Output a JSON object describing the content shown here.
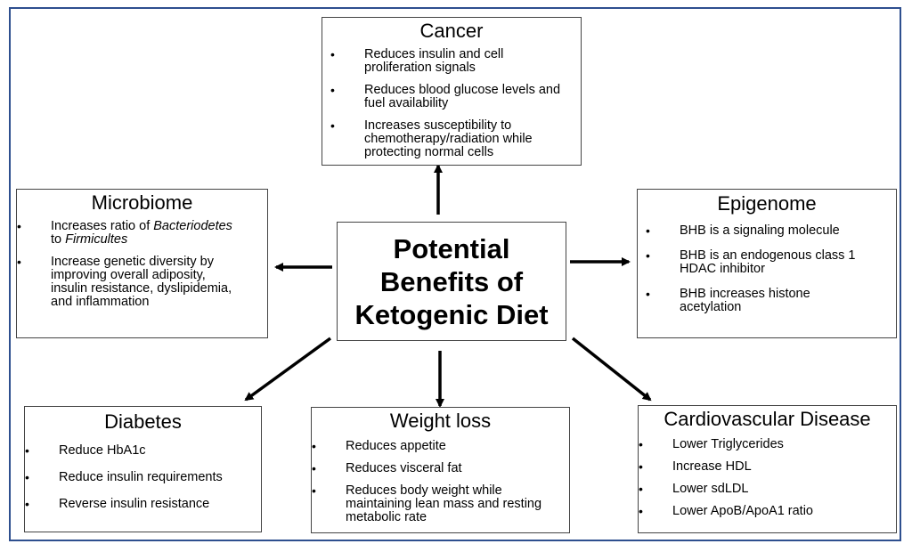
{
  "center": {
    "lines": [
      "Potential",
      "Benefits of",
      "Ketogenic Diet"
    ]
  },
  "cancer": {
    "title": "Cancer",
    "items": [
      [
        "Reduces insulin and cell",
        "proliferation signals"
      ],
      [
        "Reduces blood glucose levels and",
        "fuel availability"
      ],
      [
        "Increases susceptibility to",
        "chemotherapy/radiation while",
        "protecting normal cells"
      ]
    ]
  },
  "microbiome": {
    "title": "Microbiome",
    "item1_prefix": "Increases ratio of ",
    "item1_italic1": "Bacteriodetes",
    "item1_mid": "to ",
    "item1_italic2": "Firmicultes",
    "item2": [
      "Increase genetic diversity by",
      "improving overall adiposity,",
      "insulin resistance, dyslipidemia,",
      "and inflammation"
    ]
  },
  "epigenome": {
    "title": "Epigenome",
    "items": [
      [
        "BHB is a signaling molecule"
      ],
      [
        "BHB is an endogenous class 1",
        "HDAC inhibitor"
      ],
      [
        "BHB increases histone",
        "acetylation"
      ]
    ]
  },
  "diabetes": {
    "title": "Diabetes",
    "items": [
      "Reduce HbA1c",
      "Reduce insulin requirements",
      "Reverse insulin resistance"
    ]
  },
  "weight_loss": {
    "title": "Weight loss",
    "items": [
      [
        "Reduces appetite"
      ],
      [
        "Reduces visceral fat"
      ],
      [
        "Reduces body weight while",
        "maintaining lean mass and resting",
        "metabolic rate"
      ]
    ]
  },
  "cardio": {
    "title": "Cardiovascular Disease",
    "items": [
      "Lower Triglycerides",
      "Increase HDL",
      "Lower sdLDL",
      "Lower ApoB/ApoA1 ratio"
    ]
  },
  "colors": {
    "frame": "#2e4f8f",
    "box_border": "#444444",
    "arrow": "#000000"
  }
}
